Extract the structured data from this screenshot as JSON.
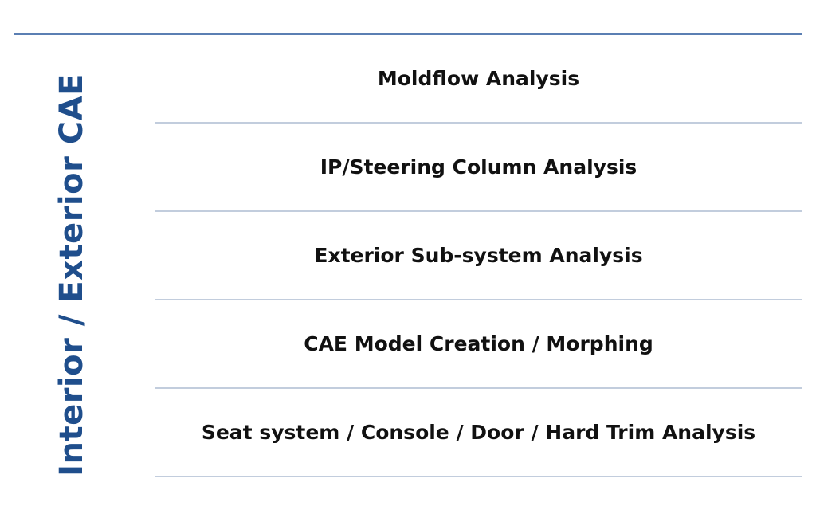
{
  "side_title": "Interior / Exterior CAE",
  "items": [
    {
      "label": "Moldflow Analysis"
    },
    {
      "label": "IP/Steering Column Analysis"
    },
    {
      "label": "Exterior Sub-system Analysis"
    },
    {
      "label": "CAE Model Creation / Morphing"
    },
    {
      "label": "Seat system / Console / Door / Hard Trim Analysis"
    }
  ],
  "colors": {
    "accent": "#1f4e8c",
    "top_rule": "#5b7fb3",
    "row_divider": "#c2cddd",
    "text": "#111111"
  }
}
